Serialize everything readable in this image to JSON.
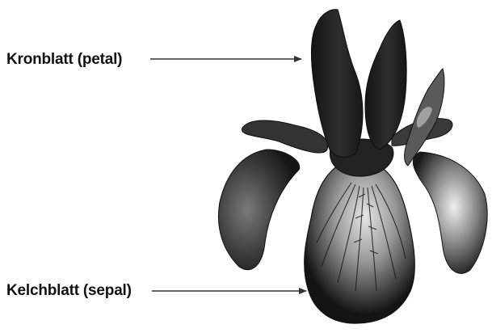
{
  "labels": {
    "petal": "Kronblatt (petal)",
    "sepal": "Kelchblatt (sepal)"
  },
  "image": {
    "subject": "iris-flower-photo",
    "style": "grayscale"
  },
  "colors": {
    "text": "#111111",
    "arrow": "#333333",
    "flower_dark": "#1c1c1c",
    "flower_light": "#cfcfcf"
  }
}
